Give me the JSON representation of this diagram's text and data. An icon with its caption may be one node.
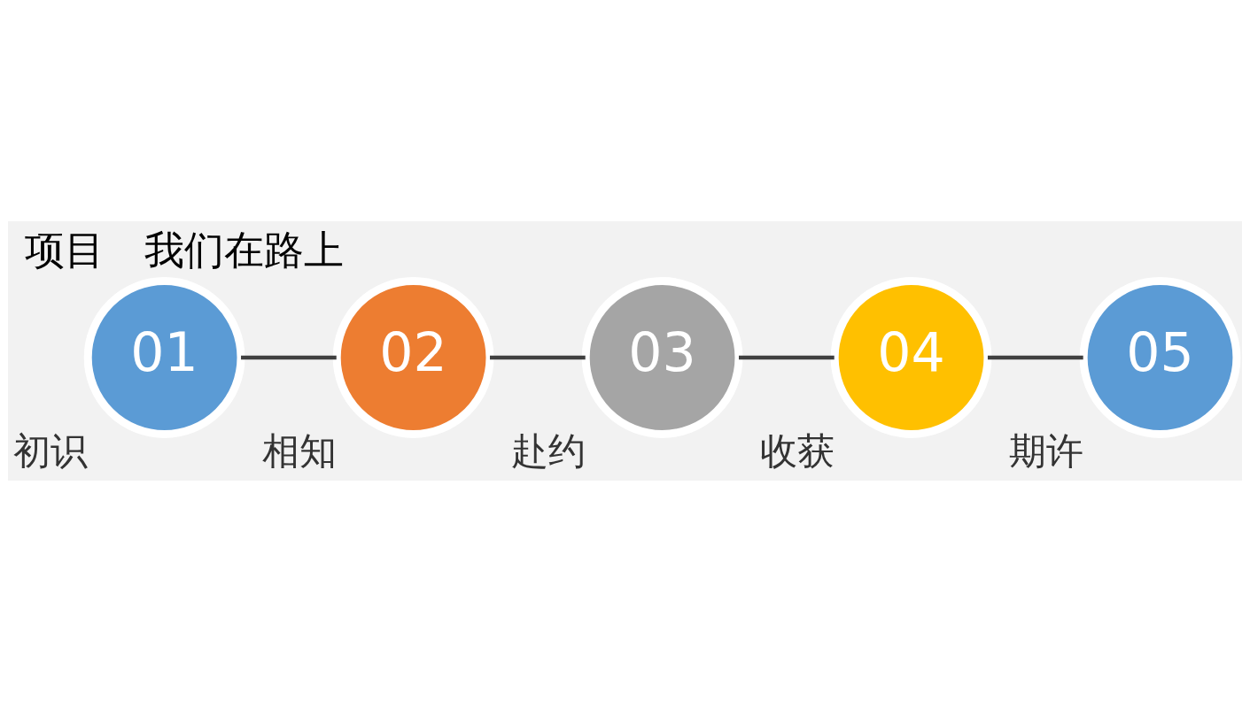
{
  "diagram": {
    "title": "项目　我们在路上",
    "nodes": [
      {
        "text": [
          "01"
        ],
        "beside": [
          "初识"
        ]
      },
      {
        "text": [
          "02"
        ],
        "beside": [
          "相知"
        ]
      },
      {
        "text": [
          "03"
        ],
        "beside": [
          "赴约"
        ]
      },
      {
        "text": [
          "04"
        ],
        "beside": [
          "收获"
        ]
      },
      {
        "text": [
          "05"
        ],
        "beside": [
          "期许"
        ]
      }
    ],
    "edges": [
      {
        "from": 0,
        "to": 1,
        "arrow": "none"
      },
      {
        "from": 1,
        "to": 2,
        "arrow": "none"
      },
      {
        "from": 2,
        "to": 3,
        "arrow": "none"
      },
      {
        "from": 3,
        "to": 4,
        "arrow": "none"
      }
    ]
  }
}
